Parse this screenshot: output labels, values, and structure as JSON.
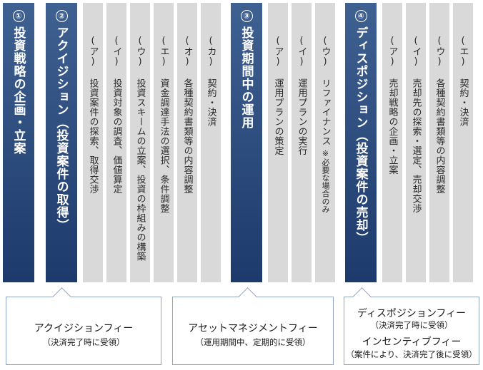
{
  "phases": [
    {
      "num": "①",
      "title": "投資戦略の企画・立案"
    },
    {
      "num": "②",
      "title": "アクイジション（投資案件の取得）"
    },
    {
      "num": "③",
      "title": "投資期間中の運用"
    },
    {
      "num": "④",
      "title": "ディスポジション（投資案件の売却）"
    }
  ],
  "acquisition_items": [
    "(ア) 投資案件の探索、取得交渉",
    "(イ) 投資対象の調査、価値算定",
    "(ウ) 投資スキームの立案、投資の枠組みの構築",
    "(エ) 資金調達手法の選択、条件調整",
    "(オ) 各種契約書類等の内容調整",
    "(カ) 契約・決済"
  ],
  "operation_items": [
    "(ア) 運用プランの策定",
    "(イ) 運用プランの実行",
    "(ウ) リファイナンス"
  ],
  "operation_note": "※必要な場合のみ",
  "disposition_items": [
    "(ア) 売却戦略の企画・立案",
    "(イ) 売却先の探索・選定、売却交渉",
    "(ウ) 各種契約書類等の内容調整",
    "(エ) 契約・決済"
  ],
  "fees": {
    "acquisition": {
      "name": "アクイジションフィー",
      "note": "（決済完了時に受領）"
    },
    "asset_management": {
      "name": "アセットマネジメントフィー",
      "note": "（運用期間中、定期的に受領）"
    },
    "disposition": {
      "name": "ディスポジションフィー",
      "note": "（決済完了時に受領）"
    },
    "incentive": {
      "name": "インセンティブフィー",
      "note": "（案件により、決済完了後に受領）"
    }
  }
}
